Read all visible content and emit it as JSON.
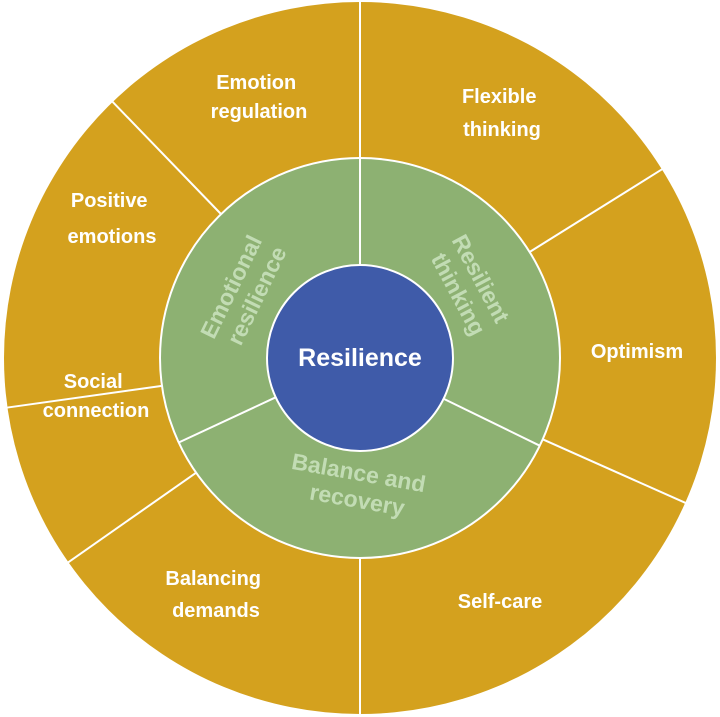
{
  "colors": {
    "outer_ring": "#D4A11E",
    "inner_ring": "#8DB172",
    "center": "#3F5BA9",
    "divider": "#ffffff",
    "inner_text": "#C2DCB4",
    "outer_text": "#ffffff"
  },
  "center": {
    "label": "Resilience"
  },
  "inner_ring": [
    {
      "id": "emotional",
      "lines": [
        "Emotional",
        "resilience"
      ]
    },
    {
      "id": "thinking",
      "lines": [
        "Resilient",
        "thinking"
      ]
    },
    {
      "id": "balance",
      "lines": [
        "Balance and",
        "recovery"
      ]
    }
  ],
  "outer_ring": [
    {
      "id": "emotion-regulation",
      "lines": [
        "Emotion",
        "regulation"
      ]
    },
    {
      "id": "flexible-thinking",
      "lines": [
        "Flexible",
        "thinking"
      ]
    },
    {
      "id": "optimism",
      "lines": [
        "Optimism"
      ]
    },
    {
      "id": "self-care",
      "lines": [
        "Self-care"
      ]
    },
    {
      "id": "balancing-demands",
      "lines": [
        "Balancing",
        "demands"
      ]
    },
    {
      "id": "social-connection",
      "lines": [
        "Social",
        "connection"
      ]
    },
    {
      "id": "positive-emotions",
      "lines": [
        "Positive",
        "emotions"
      ]
    }
  ]
}
